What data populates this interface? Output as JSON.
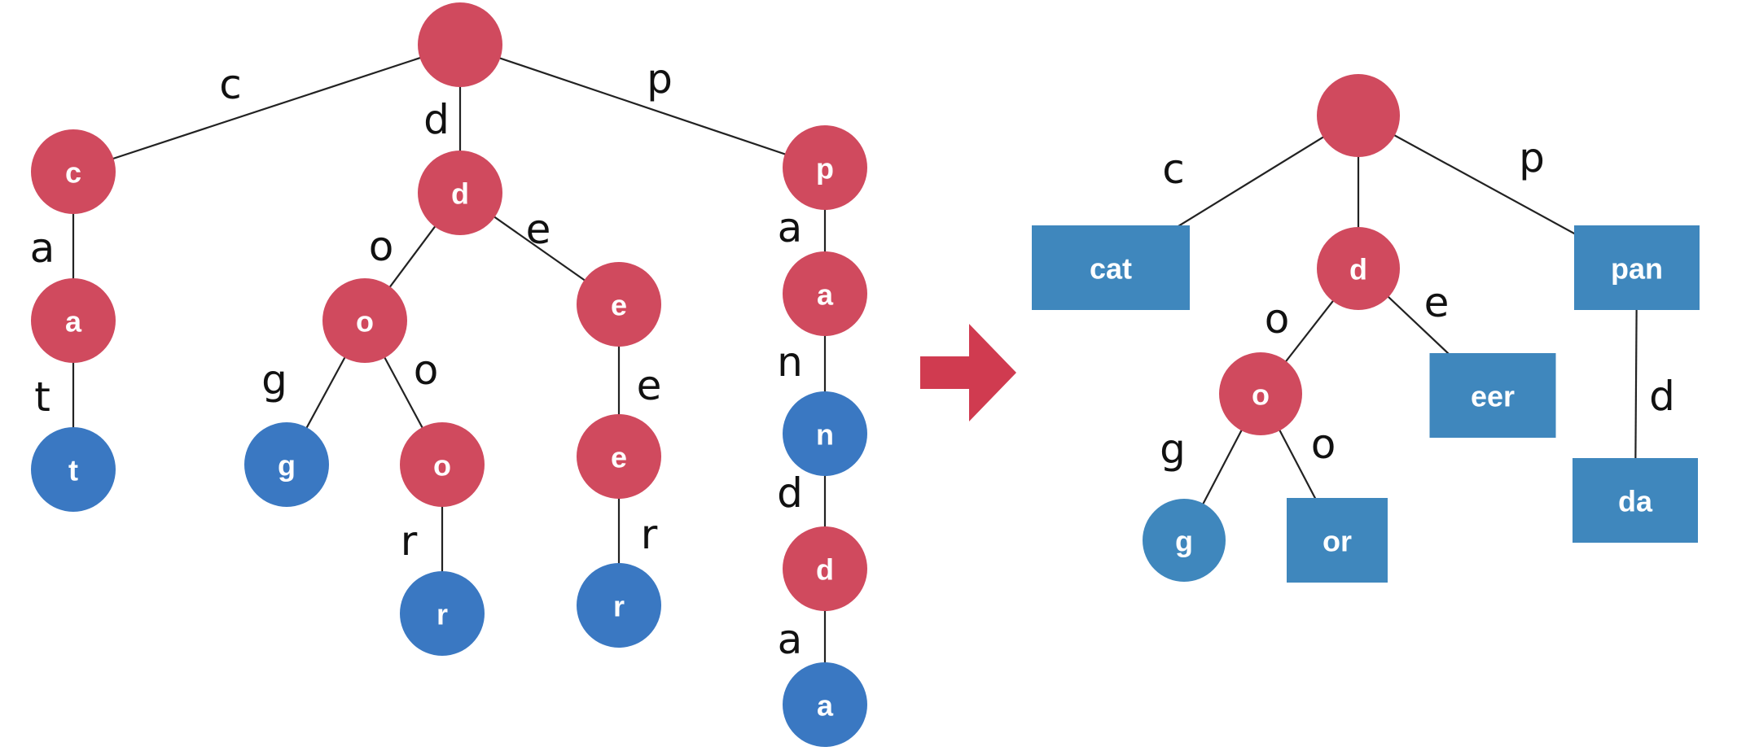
{
  "colors": {
    "internal_node": "#d04a5e",
    "leaf_node_left": "#3a78c2",
    "leaf_node_right": "#3f87bd",
    "arrow": "#d03b50",
    "edge": "#222222"
  },
  "left_tree": {
    "nodes": [
      {
        "id": "root",
        "label": "",
        "kind": "internal"
      },
      {
        "id": "c",
        "label": "c",
        "kind": "internal"
      },
      {
        "id": "ca",
        "label": "a",
        "kind": "internal"
      },
      {
        "id": "cat",
        "label": "t",
        "kind": "leaf"
      },
      {
        "id": "d",
        "label": "d",
        "kind": "internal"
      },
      {
        "id": "do",
        "label": "o",
        "kind": "internal"
      },
      {
        "id": "dog",
        "label": "g",
        "kind": "leaf"
      },
      {
        "id": "doo",
        "label": "o",
        "kind": "internal"
      },
      {
        "id": "door",
        "label": "r",
        "kind": "leaf"
      },
      {
        "id": "de",
        "label": "e",
        "kind": "internal"
      },
      {
        "id": "dee",
        "label": "e",
        "kind": "internal"
      },
      {
        "id": "deer",
        "label": "r",
        "kind": "leaf"
      },
      {
        "id": "p",
        "label": "p",
        "kind": "internal"
      },
      {
        "id": "pa",
        "label": "a",
        "kind": "internal"
      },
      {
        "id": "pan",
        "label": "n",
        "kind": "leaf"
      },
      {
        "id": "pand",
        "label": "d",
        "kind": "internal"
      },
      {
        "id": "panda",
        "label": "a",
        "kind": "leaf"
      }
    ],
    "edges": [
      {
        "from": "root",
        "to": "c",
        "label": "c"
      },
      {
        "from": "c",
        "to": "ca",
        "label": "a"
      },
      {
        "from": "ca",
        "to": "cat",
        "label": "t"
      },
      {
        "from": "root",
        "to": "d",
        "label": "d"
      },
      {
        "from": "d",
        "to": "do",
        "label": "o"
      },
      {
        "from": "do",
        "to": "dog",
        "label": "g"
      },
      {
        "from": "do",
        "to": "doo",
        "label": "o"
      },
      {
        "from": "doo",
        "to": "door",
        "label": "r"
      },
      {
        "from": "d",
        "to": "de",
        "label": "e"
      },
      {
        "from": "de",
        "to": "dee",
        "label": "e"
      },
      {
        "from": "dee",
        "to": "deer",
        "label": "r"
      },
      {
        "from": "root",
        "to": "p",
        "label": "p"
      },
      {
        "from": "p",
        "to": "pa",
        "label": "a"
      },
      {
        "from": "pa",
        "to": "pan",
        "label": "n"
      },
      {
        "from": "pan",
        "to": "pand",
        "label": "d"
      },
      {
        "from": "pand",
        "to": "panda",
        "label": "a"
      }
    ]
  },
  "right_tree": {
    "nodes": [
      {
        "id": "root",
        "label": "",
        "kind": "internal",
        "shape": "circle"
      },
      {
        "id": "cat",
        "label": "cat",
        "kind": "leaf",
        "shape": "rect"
      },
      {
        "id": "d",
        "label": "d",
        "kind": "internal",
        "shape": "circle"
      },
      {
        "id": "o",
        "label": "o",
        "kind": "internal",
        "shape": "circle"
      },
      {
        "id": "g",
        "label": "g",
        "kind": "leaf",
        "shape": "circle"
      },
      {
        "id": "or",
        "label": "or",
        "kind": "leaf",
        "shape": "rect"
      },
      {
        "id": "eer",
        "label": "eer",
        "kind": "leaf",
        "shape": "rect"
      },
      {
        "id": "pan",
        "label": "pan",
        "kind": "leaf",
        "shape": "rect"
      },
      {
        "id": "da",
        "label": "da",
        "kind": "leaf",
        "shape": "rect"
      }
    ],
    "edges": [
      {
        "from": "root",
        "to": "cat",
        "label": "c"
      },
      {
        "from": "root",
        "to": "d",
        "label": ""
      },
      {
        "from": "root",
        "to": "pan",
        "label": "p"
      },
      {
        "from": "d",
        "to": "o",
        "label": "o"
      },
      {
        "from": "d",
        "to": "eer",
        "label": "e"
      },
      {
        "from": "o",
        "to": "g",
        "label": "g"
      },
      {
        "from": "o",
        "to": "or",
        "label": "o"
      },
      {
        "from": "pan",
        "to": "da",
        "label": "d"
      }
    ]
  }
}
